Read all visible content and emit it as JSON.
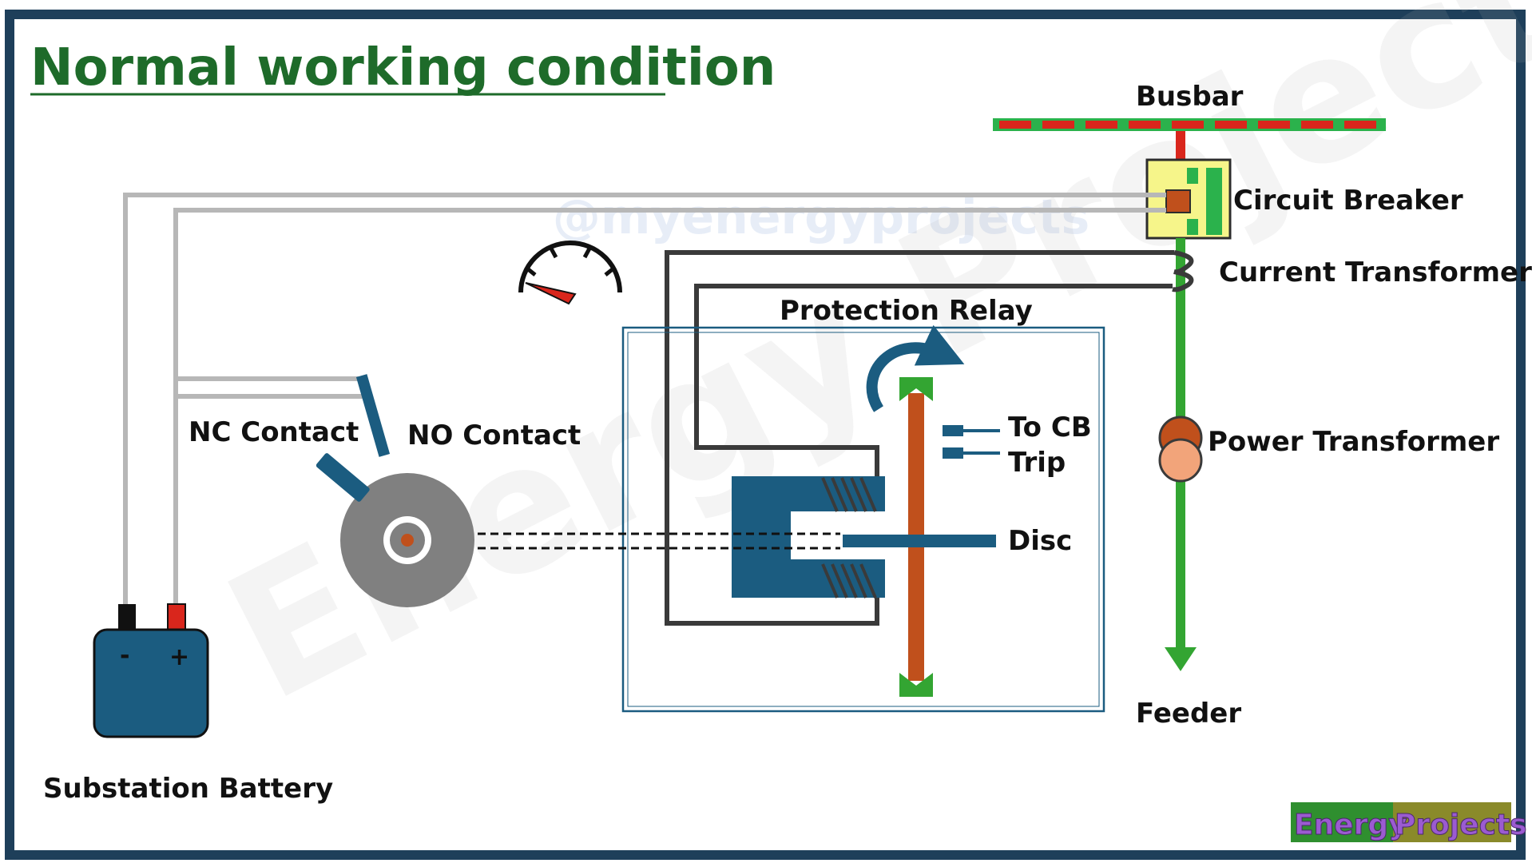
{
  "title": "Normal working condition",
  "watermarks": {
    "handle": "@myenergyprojects",
    "diagonal": "Energy Projects"
  },
  "labels": {
    "busbar": "Busbar",
    "circuit_breaker": "Circuit Breaker",
    "current_transformer": "Current Transformer",
    "protection_relay": "Protection Relay",
    "to_cb": "To CB",
    "trip": "Trip",
    "disc": "Disc",
    "power_transformer": "Power Transformer",
    "feeder": "Feeder",
    "nc_contact": "NC Contact",
    "no_contact": "NO Contact",
    "substation_battery": "Substation Battery",
    "battery_minus": "-",
    "battery_plus": "+"
  },
  "logo": {
    "word1": "Energy",
    "word2": "Projects"
  },
  "colors": {
    "title_green": "#1e6b2a",
    "frame": "#1e3f5a",
    "busbar_green": "#2bb24c",
    "busbar_red": "#d9261c",
    "breaker_fill": "#f6f58a",
    "relay_blue": "#1b5c80",
    "disc_orange": "#c0501c",
    "disc_grey": "#808080",
    "wire_grey": "#b7b7b7",
    "wire_dark": "#3a3a3a",
    "feeder_green": "#33a532"
  },
  "icons": {
    "gauge": "gauge-icon",
    "rotation": "rotation-arrow-icon"
  }
}
